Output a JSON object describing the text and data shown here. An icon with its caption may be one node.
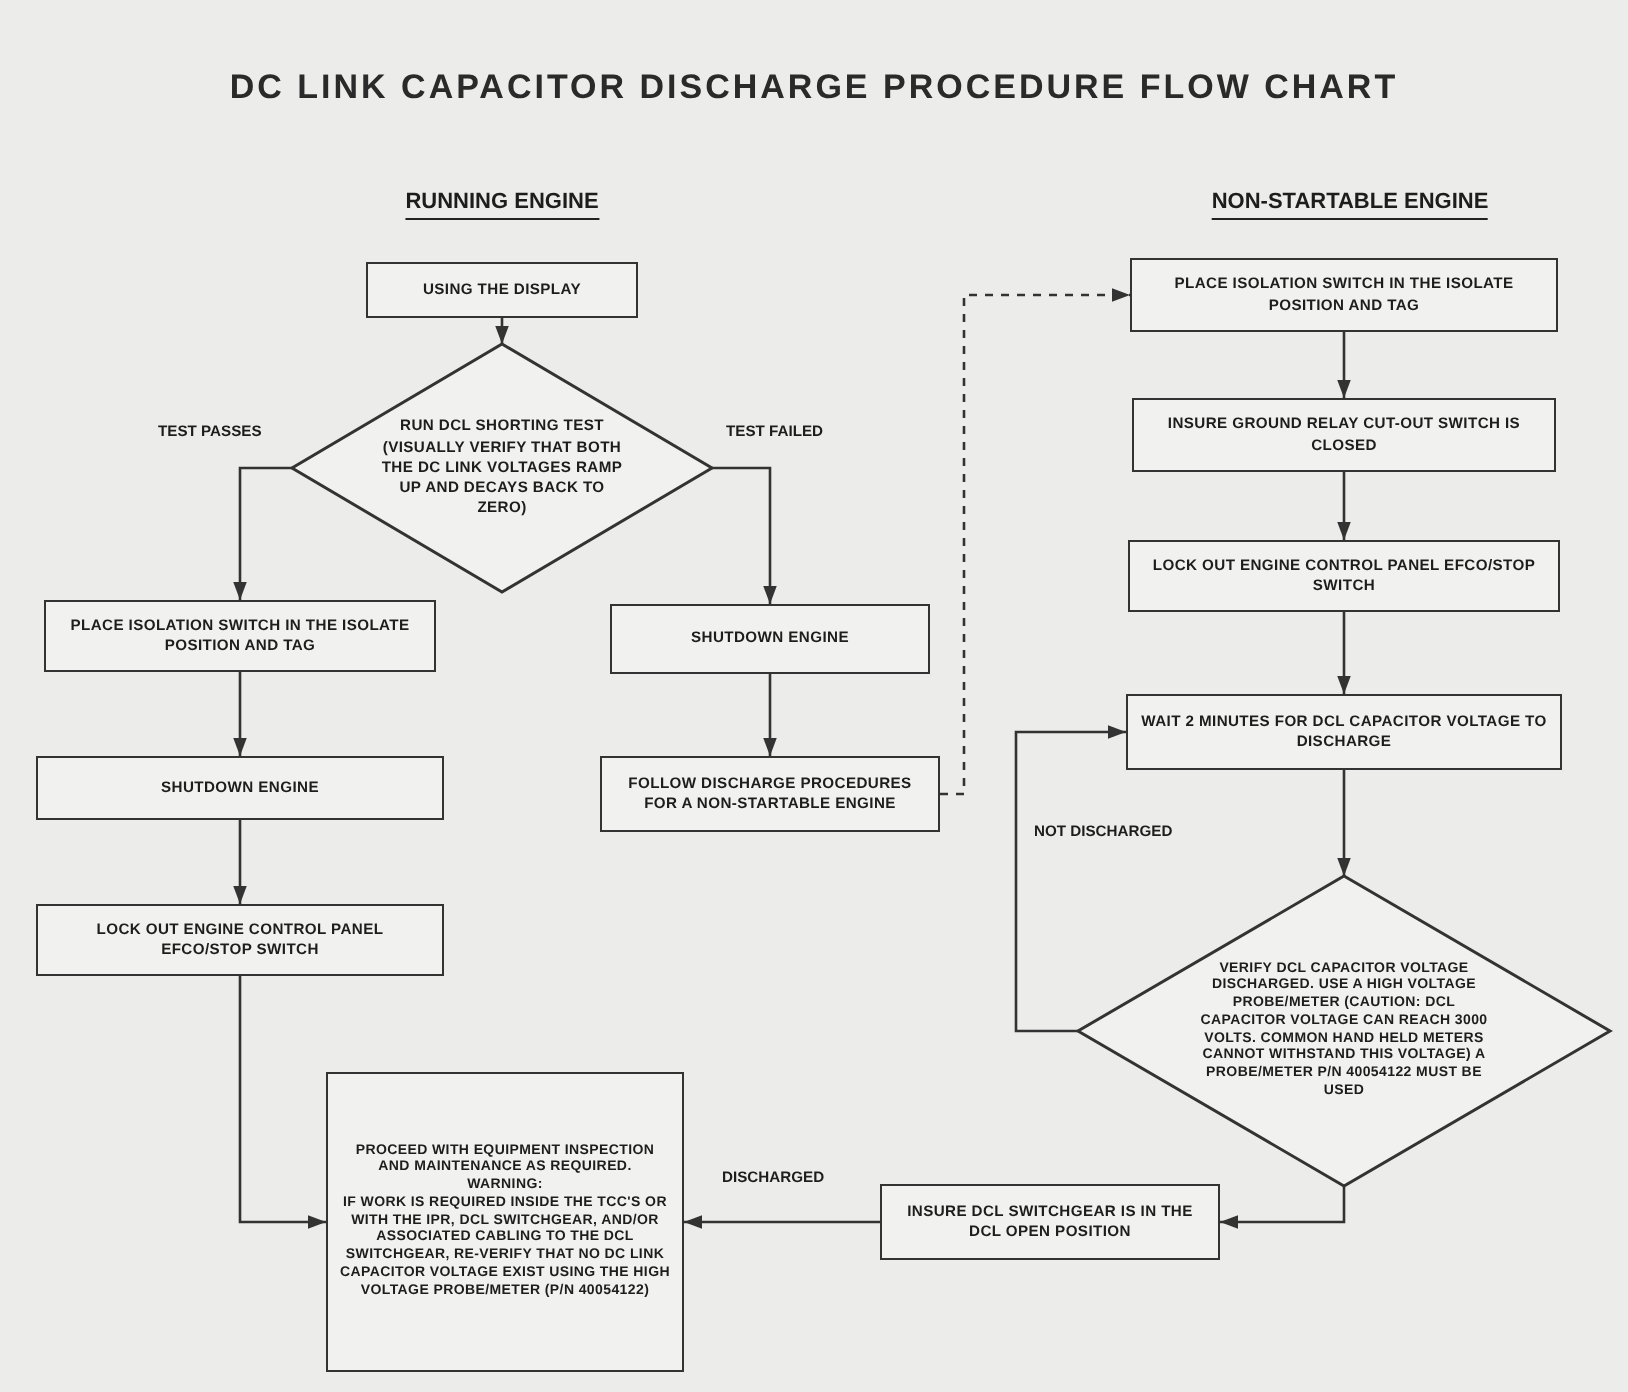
{
  "diagram": {
    "title": "DC LINK CAPACITOR DISCHARGE PROCEDURE FLOW CHART",
    "nodes": [
      {
        "text": [
          "USING THE DISPLAY"
        ]
      },
      {
        "text": [
          "RUN DCL SHORTING TEST (VISUALLY VERIFY THAT BOTH THE DC LINK VOLTAGES RAMP UP AND DECAYS BACK TO ZERO)"
        ]
      },
      {
        "text": [
          "PLACE ISOLATION SWITCH IN THE ISOLATE POSITION AND TAG"
        ]
      },
      {
        "text": [
          "SHUTDOWN ENGINE"
        ]
      },
      {
        "text": [
          "LOCK OUT ENGINE CONTROL PANEL EFCO/STOP SWITCH"
        ]
      },
      {
        "text": [
          "SHUTDOWN ENGINE"
        ]
      },
      {
        "text": [
          "FOLLOW DISCHARGE PROCEDURES FOR A NON-STARTABLE ENGINE"
        ]
      },
      {
        "text": [
          "PLACE ISOLATION SWITCH IN THE ISOLATE POSITION AND TAG"
        ]
      },
      {
        "text": [
          "INSURE GROUND RELAY CUT-OUT SWITCH IS CLOSED"
        ]
      },
      {
        "text": [
          "LOCK OUT ENGINE CONTROL PANEL EFCO/STOP SWITCH"
        ]
      },
      {
        "text": [
          "WAIT 2 MINUTES FOR DCL CAPACITOR VOLTAGE TO DISCHARGE"
        ]
      },
      {
        "text": [
          "VERIFY DCL CAPACITOR VOLTAGE DISCHARGED. USE A HIGH VOLTAGE PROBE/METER (CAUTION: DCL CAPACITOR VOLTAGE CAN REACH 3000 VOLTS. COMMON HAND HELD METERS CANNOT WITHSTAND THIS VOLTAGE) A PROBE/METER P/N 40054122 MUST BE USED"
        ]
      },
      {
        "text": [
          "INSURE DCL SWITCHGEAR IS IN THE DCL OPEN POSITION"
        ]
      },
      {
        "text": [
          "PROCEED WITH EQUIPMENT INSPECTION AND MAINTENANCE AS REQUIRED.",
          "WARNING:",
          "IF WORK IS REQUIRED INSIDE THE TCC'S OR WITH THE IPR, DCL SWITCHGEAR, AND/OR ASSOCIATED CABLING TO THE DCL SWITCHGEAR, RE-VERIFY THAT NO DC LINK CAPACITOR VOLTAGE EXIST USING THE HIGH VOLTAGE PROBE/METER (P/N 40054122)"
        ]
      }
    ],
    "edges": [
      {
        "from": 0,
        "to": 1,
        "arrow": "to"
      },
      {
        "from": 1,
        "to": 2,
        "arrow": "to",
        "label": "TEST PASSES"
      },
      {
        "from": 1,
        "to": 5,
        "arrow": "to",
        "label": "TEST FAILED"
      },
      {
        "from": 2,
        "to": 3,
        "arrow": "to"
      },
      {
        "from": 3,
        "to": 4,
        "arrow": "to"
      },
      {
        "from": 4,
        "to": 13,
        "arrow": "to"
      },
      {
        "from": 5,
        "to": 6,
        "arrow": "to"
      },
      {
        "from": 6,
        "to": 7,
        "arrow": "to",
        "style": "dashed"
      },
      {
        "from": 7,
        "to": 8,
        "arrow": "to"
      },
      {
        "from": 8,
        "to": 9,
        "arrow": "to"
      },
      {
        "from": 9,
        "to": 10,
        "arrow": "to"
      },
      {
        "from": 10,
        "to": 11,
        "arrow": "to"
      },
      {
        "from": 11,
        "to": 10,
        "arrow": "to",
        "label": "NOT DISCHARGED"
      },
      {
        "from": 11,
        "to": 12,
        "arrow": "to"
      },
      {
        "from": 12,
        "to": 13,
        "arrow": "to",
        "label": "DISCHARGED"
      }
    ],
    "labels": [
      "RUNNING ENGINE",
      "NON-STARTABLE ENGINE"
    ]
  }
}
